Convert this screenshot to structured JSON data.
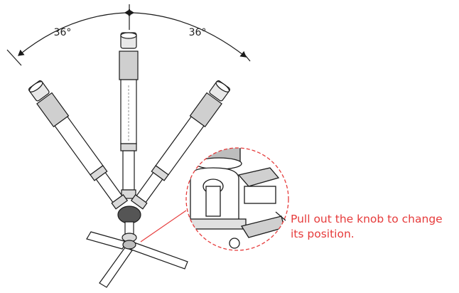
{
  "angles": {
    "left": "36°",
    "right": "36°"
  },
  "callout": {
    "line1": "Pull out the knob to change",
    "line2": "its position."
  },
  "colors": {
    "line": "#1a1a1a",
    "accent": "#e63b3b"
  },
  "icons": {
    "monopod": "monopod-pole-icon",
    "base": "tripod-base-icon",
    "detail": "ball-head-detail-icon"
  }
}
